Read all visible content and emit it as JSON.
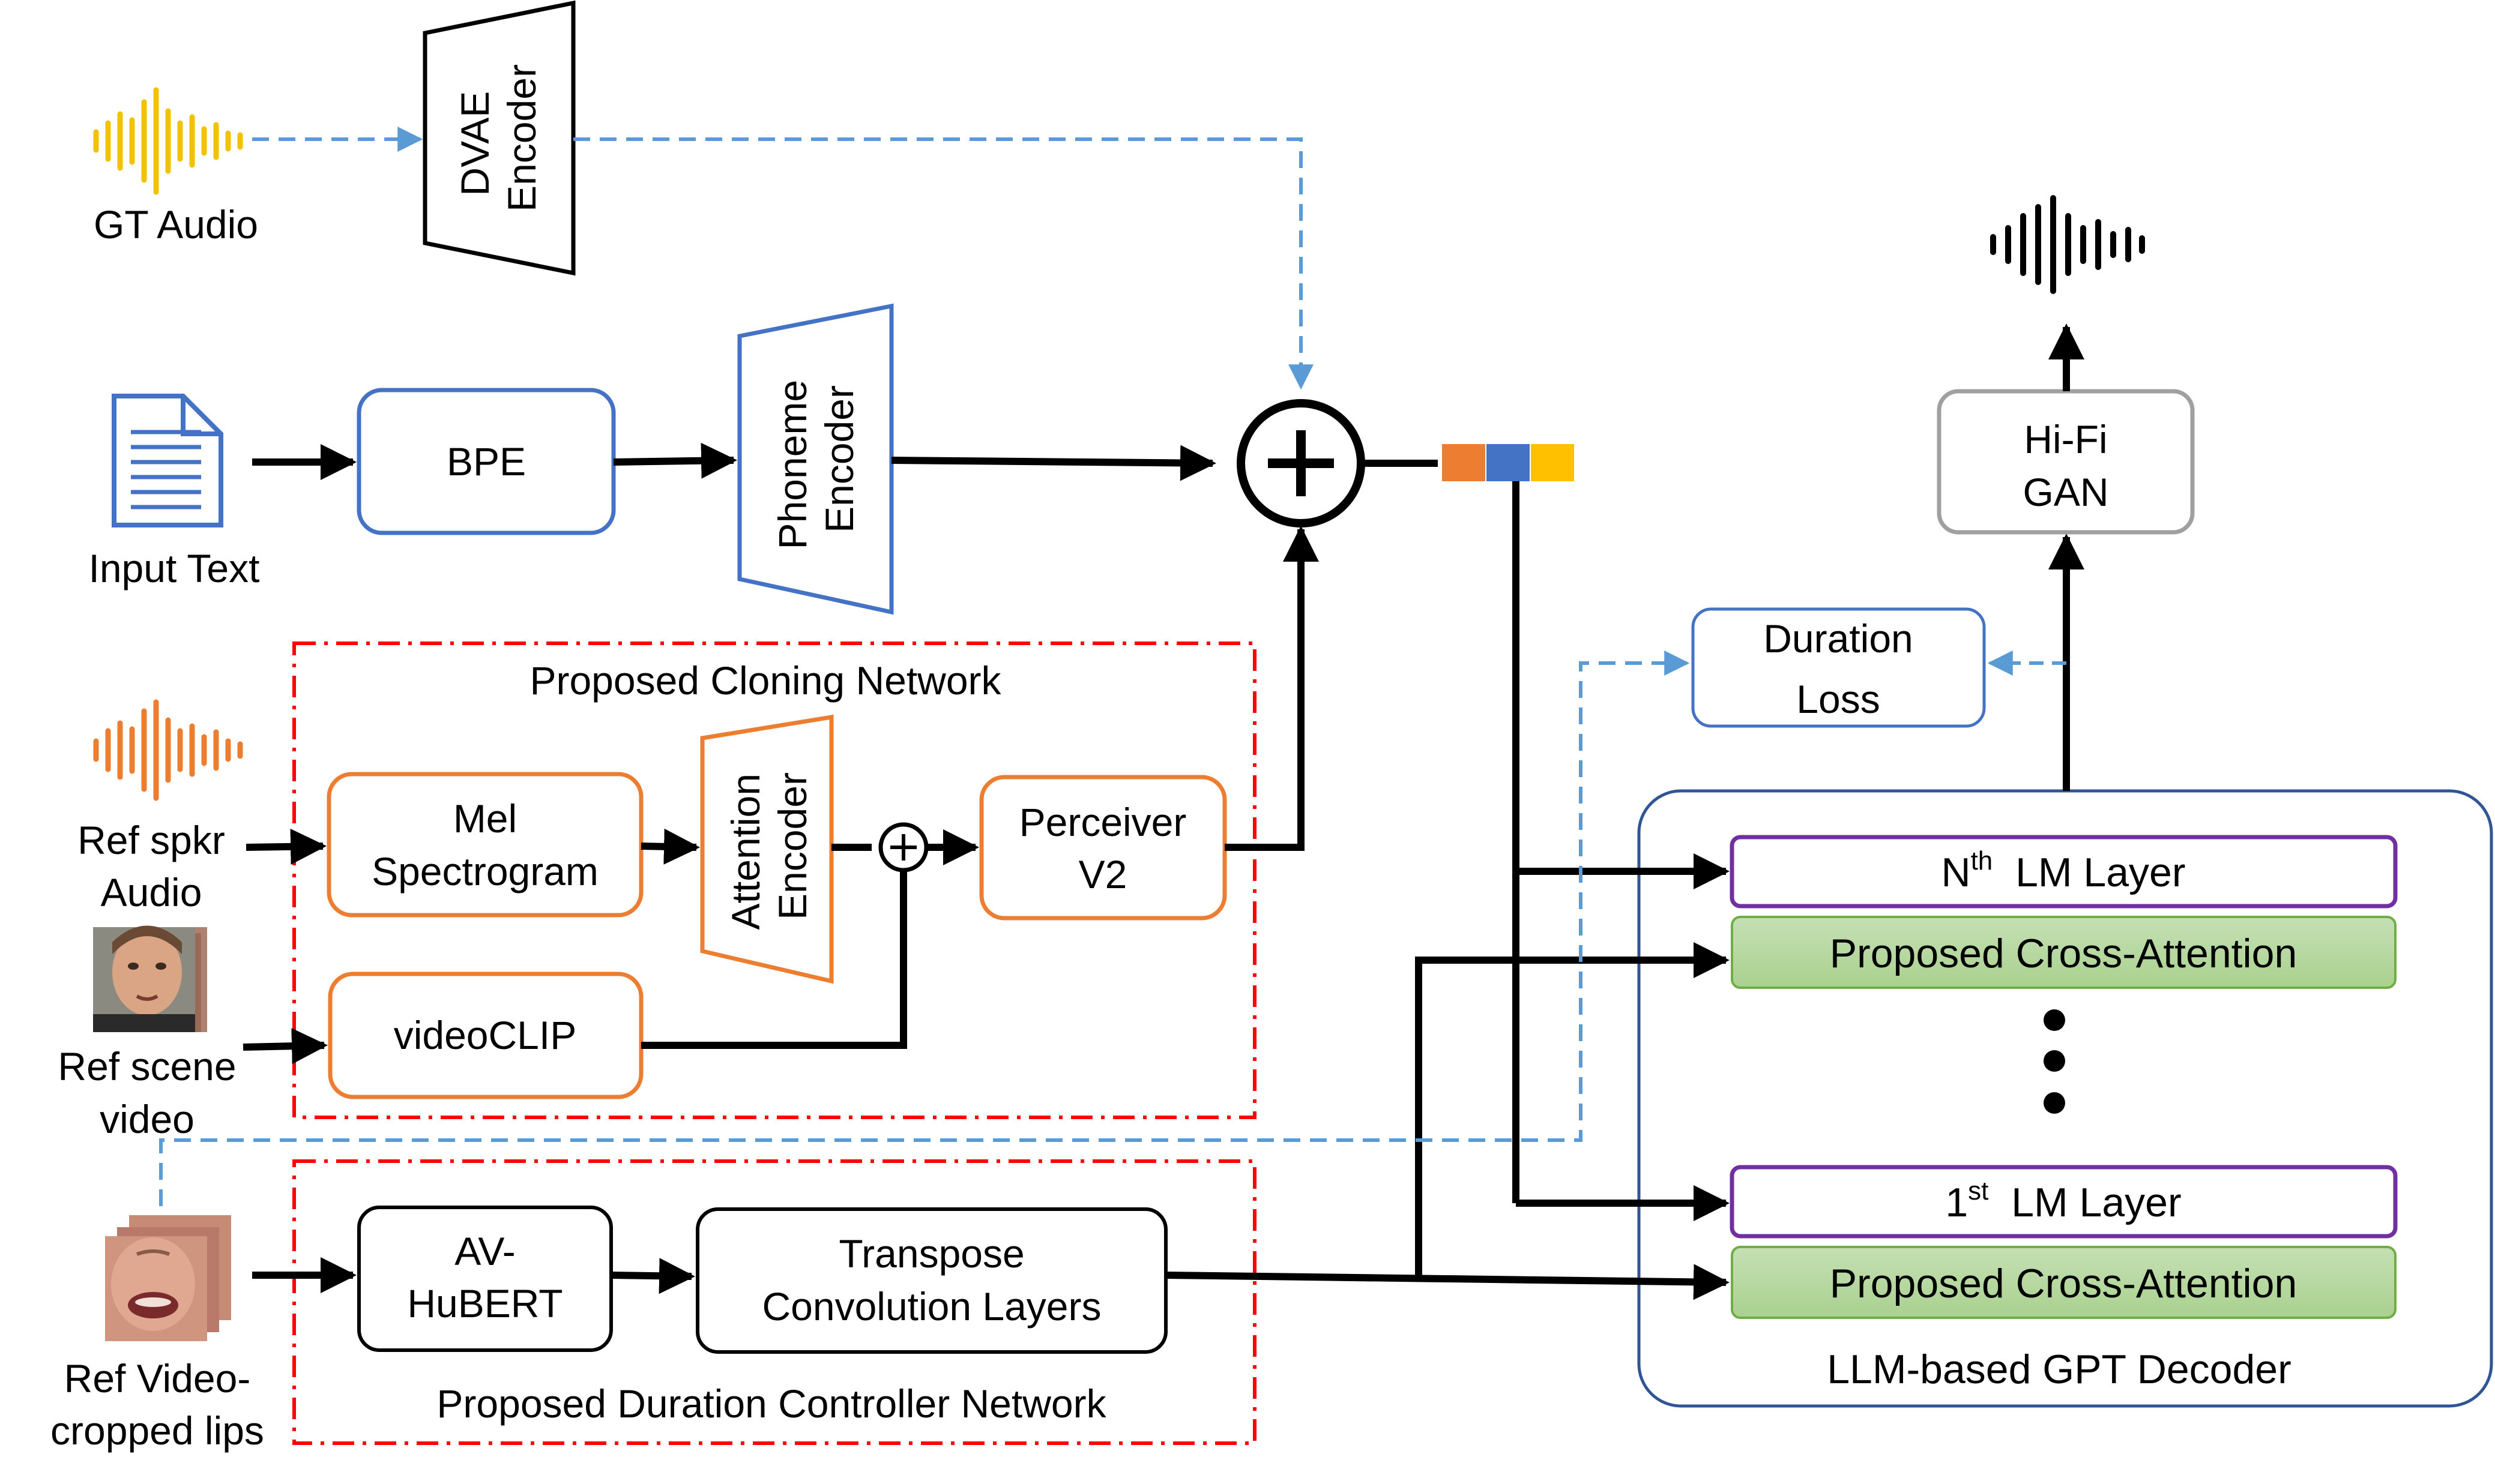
{
  "inputs": {
    "gt_audio": "GT Audio",
    "input_text": "Input Text",
    "ref_spkr_audio": [
      "Ref spkr",
      "Audio"
    ],
    "ref_scene_video": [
      "Ref scene",
      "video"
    ],
    "ref_video_lips": [
      "Ref Video-",
      "cropped lips"
    ]
  },
  "blocks": {
    "dvae_encoder": [
      "DVAE",
      "Encoder"
    ],
    "bpe": "BPE",
    "phoneme_encoder": [
      "Phoneme",
      "Encoder"
    ],
    "cloning_network_title": "Proposed Cloning Network",
    "mel_spectrogram": [
      "Mel",
      "Spectrogram"
    ],
    "attention_encoder": [
      "Attention",
      "Encoder"
    ],
    "perceiver": [
      "Perceiver",
      "V2"
    ],
    "videoclip": "videoCLIP",
    "duration_controller_title": "Proposed Duration Controller Network",
    "av_hubert": [
      "AV-",
      "HuBERT"
    ],
    "transpose_conv": [
      "Transpose",
      "Convolution Layers"
    ],
    "duration_loss": [
      "Duration",
      "Loss"
    ],
    "hifigan": [
      "Hi-Fi",
      "GAN"
    ],
    "decoder_title": "LLM-based GPT Decoder",
    "nth_lm_layer": {
      "prefix": "N",
      "sup": "th",
      "rest": "  LM Layer"
    },
    "first_lm_layer": {
      "prefix": "1",
      "sup": "st",
      "rest": "  LM Layer"
    },
    "cross_attention": "Proposed Cross-Attention"
  },
  "colors": {
    "gt_audio_icon": "#f2c200",
    "ref_audio_icon": "#ed7d31",
    "blue_border": "#4472c4",
    "orange_border": "#ed7d31",
    "gray_border": "#a0a0a0",
    "purple_border": "#7030a0",
    "green_fill": "#a9d18e",
    "red_dash": "#ff0000",
    "dashed_arrow": "#5b9bd5",
    "token_colors": [
      "#ed7d31",
      "#4472c4",
      "#ffc000"
    ]
  }
}
